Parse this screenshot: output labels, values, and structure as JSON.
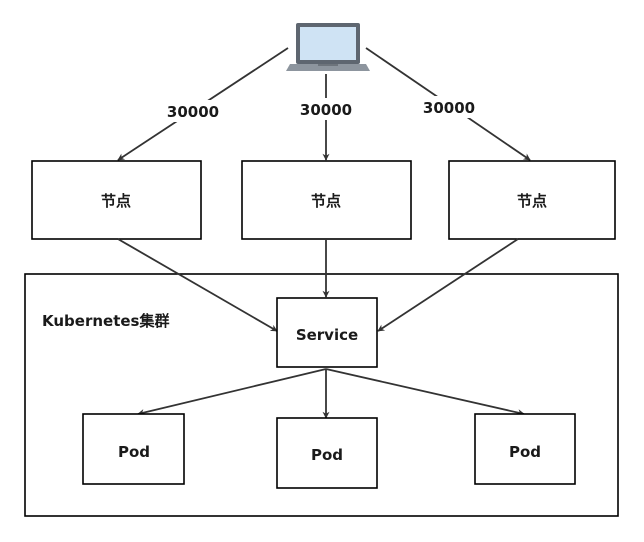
{
  "client": {
    "icon": "laptop-icon"
  },
  "nodes": [
    {
      "label": "节点"
    },
    {
      "label": "节点"
    },
    {
      "label": "节点"
    }
  ],
  "ports": [
    "30000",
    "30000",
    "30000"
  ],
  "cluster": {
    "label": "Kubernetes集群"
  },
  "service": {
    "label": "Service"
  },
  "pods": [
    {
      "label": "Pod"
    },
    {
      "label": "Pod"
    },
    {
      "label": "Pod"
    }
  ],
  "colors": {
    "stroke": "#000000",
    "edge": "#333333",
    "laptop_screen": "#cfe3f4",
    "laptop_body": "#8d959e"
  }
}
